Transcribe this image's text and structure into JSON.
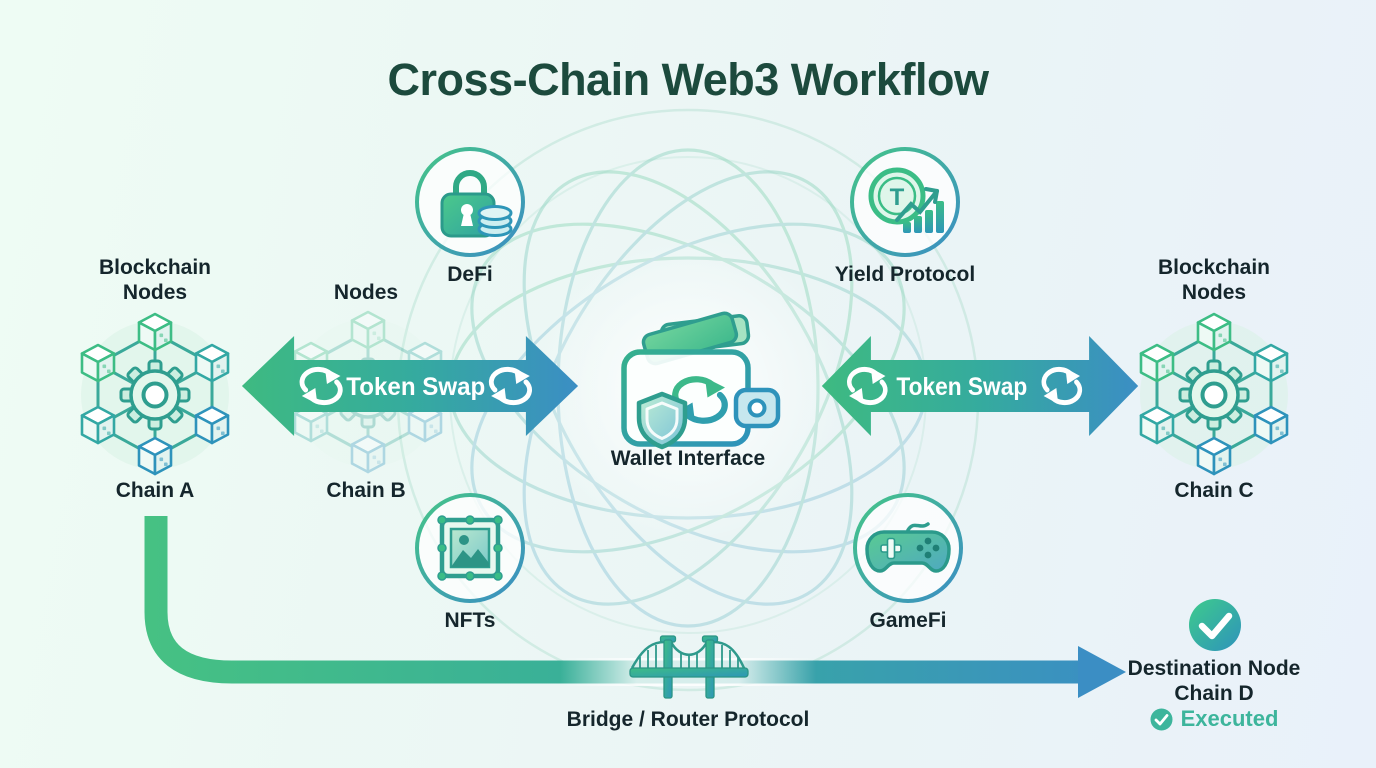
{
  "title": "Cross-Chain Web3 Workflow",
  "chain_a": {
    "top_line1": "Blockchain",
    "top_line2": "Nodes",
    "name": "Chain A"
  },
  "chain_b": {
    "top_label": "Nodes",
    "name": "Chain B"
  },
  "chain_c": {
    "top_line1": "Blockchain",
    "top_line2": "Nodes",
    "name": "Chain C"
  },
  "modules": {
    "defi": "DeFi",
    "yield_protocol": "Yield Protocol",
    "nfts": "NFTs",
    "gamefi": "GameFi"
  },
  "yield_coin_letter": "T",
  "token_swap_left": "Token Swap",
  "token_swap_right": "Token Swap",
  "wallet_label": "Wallet Interface",
  "bridge_label": "Bridge / Router Protocol",
  "destination": {
    "line1": "Destination Node",
    "line2": "Chain D",
    "status": "Executed"
  },
  "colors": {
    "title": "#1c4a3d",
    "label": "#15262c",
    "green": "#3fbe83",
    "teal": "#32a89c",
    "blue": "#3b8ec4",
    "status": "#3db59c",
    "bg_left": "#eefcf4",
    "bg_right": "#e9f1fa"
  }
}
